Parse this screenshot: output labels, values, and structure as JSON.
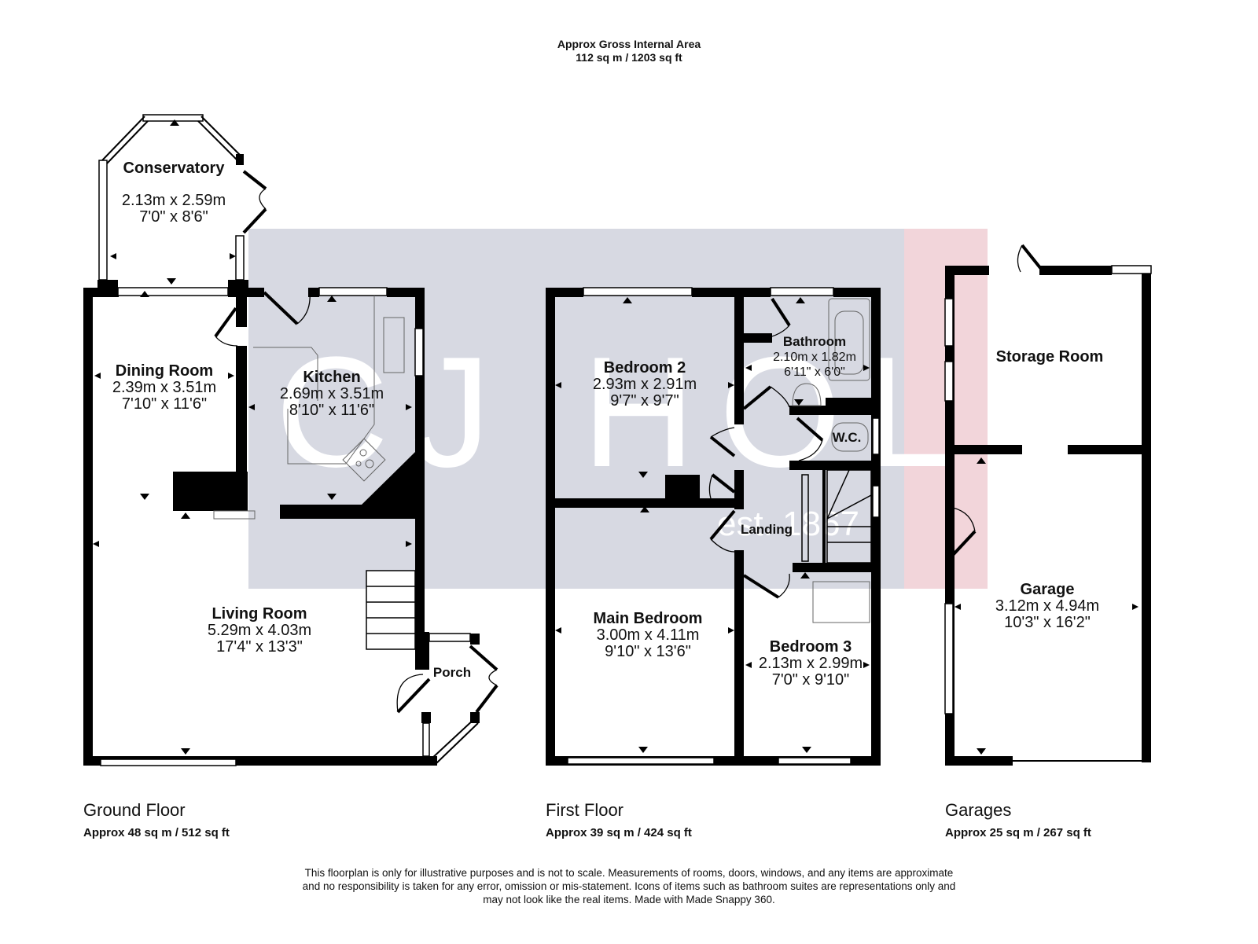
{
  "header": {
    "title": "Approx Gross Internal Area",
    "area": "112 sq m / 1203 sq ft"
  },
  "watermark": {
    "brand": "CJ HOLE",
    "tagline": "est. 1867",
    "band_color": "#d7d9e2",
    "accent_color": "#f2d5da"
  },
  "floors": [
    {
      "label": "Ground Floor",
      "area": "Approx 48 sq m / 512 sq ft",
      "rooms": [
        {
          "name": "Conservatory",
          "metric": "2.13m x 2.59m",
          "imperial": "7'0\" x 8'6\""
        },
        {
          "name": "Dining Room",
          "metric": "2.39m x 3.51m",
          "imperial": "7'10\" x 11'6\""
        },
        {
          "name": "Kitchen",
          "metric": "2.69m x 3.51m",
          "imperial": "8'10\" x 11'6\""
        },
        {
          "name": "Living Room",
          "metric": "5.29m x 4.03m",
          "imperial": "17'4\" x 13'3\""
        },
        {
          "name": "Porch",
          "metric": "",
          "imperial": ""
        }
      ]
    },
    {
      "label": "First Floor",
      "area": "Approx 39 sq m / 424 sq ft",
      "rooms": [
        {
          "name": "Bedroom 2",
          "metric": "2.93m x 2.91m",
          "imperial": "9'7\" x 9'7\""
        },
        {
          "name": "Bathroom",
          "metric": "2.10m x 1.82m",
          "imperial": "6'11\" x 6'0\""
        },
        {
          "name": "W.C.",
          "metric": "",
          "imperial": ""
        },
        {
          "name": "Landing",
          "metric": "",
          "imperial": ""
        },
        {
          "name": "Main Bedroom",
          "metric": "3.00m x 4.11m",
          "imperial": "9'10\" x 13'6\""
        },
        {
          "name": "Bedroom 3",
          "metric": "2.13m x 2.99m",
          "imperial": "7'0\" x 9'10\""
        }
      ]
    },
    {
      "label": "Garages",
      "area": "Approx 25 sq m / 267 sq ft",
      "rooms": [
        {
          "name": "Storage Room",
          "metric": "",
          "imperial": ""
        },
        {
          "name": "Garage",
          "metric": "3.12m x 4.94m",
          "imperial": "10'3\" x 16'2\""
        }
      ]
    }
  ],
  "disclaimer": {
    "line1": "This floorplan is only for illustrative purposes and is not to scale. Measurements of rooms, doors, windows, and any items are approximate",
    "line2": "and no responsibility is taken for any error, omission or mis-statement. Icons of items such as bathroom suites are representations only and",
    "line3": "may not look like the real items. Made with Made Snappy 360."
  }
}
